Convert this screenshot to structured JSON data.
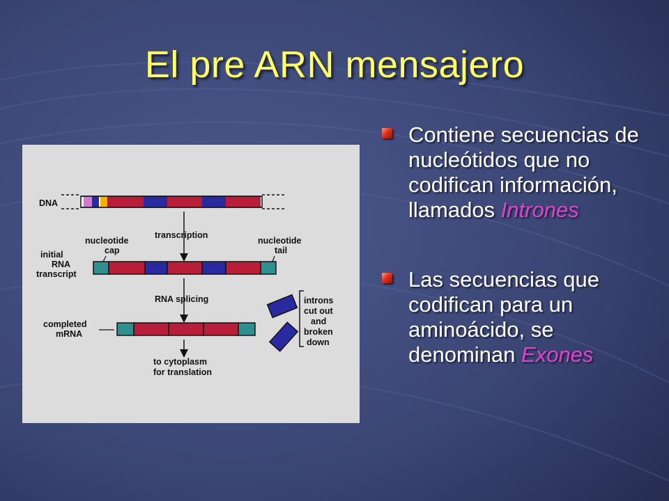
{
  "slide": {
    "title": "El pre ARN mensajero",
    "bullets": [
      {
        "text": "Contiene secuencias de nucleótidos que no codifican información, llamados",
        "highlight": "Intrones"
      },
      {
        "text": "Las secuencias que codifican para un aminoácido, se denominan",
        "highlight": "Exones"
      }
    ],
    "colors": {
      "title": "#ffff66",
      "highlight": "#dd44cc",
      "exon": "#b81e3a",
      "intron": "#2a2aa0",
      "cap_tail": "#2f8f8f"
    }
  },
  "diagram": {
    "dna_label": "DNA",
    "cap_label_1": "nucleotide",
    "cap_label_2": "cap",
    "transcription_label": "transcription",
    "tail_label_1": "nucleotide",
    "tail_label_2": "tail",
    "initial_label_1": "initial",
    "initial_label_2": "RNA",
    "initial_label_3": "transcript",
    "splicing_label": "RNA splicing",
    "completed_label_1": "completed",
    "completed_label_2": "mRNA",
    "introns_label_1": "introns",
    "introns_label_2": "cut out",
    "introns_label_3": "and",
    "introns_label_4": "broken",
    "introns_label_5": "down",
    "cytoplasm_label_1": "to cytoplasm",
    "cytoplasm_label_2": "for translation"
  }
}
